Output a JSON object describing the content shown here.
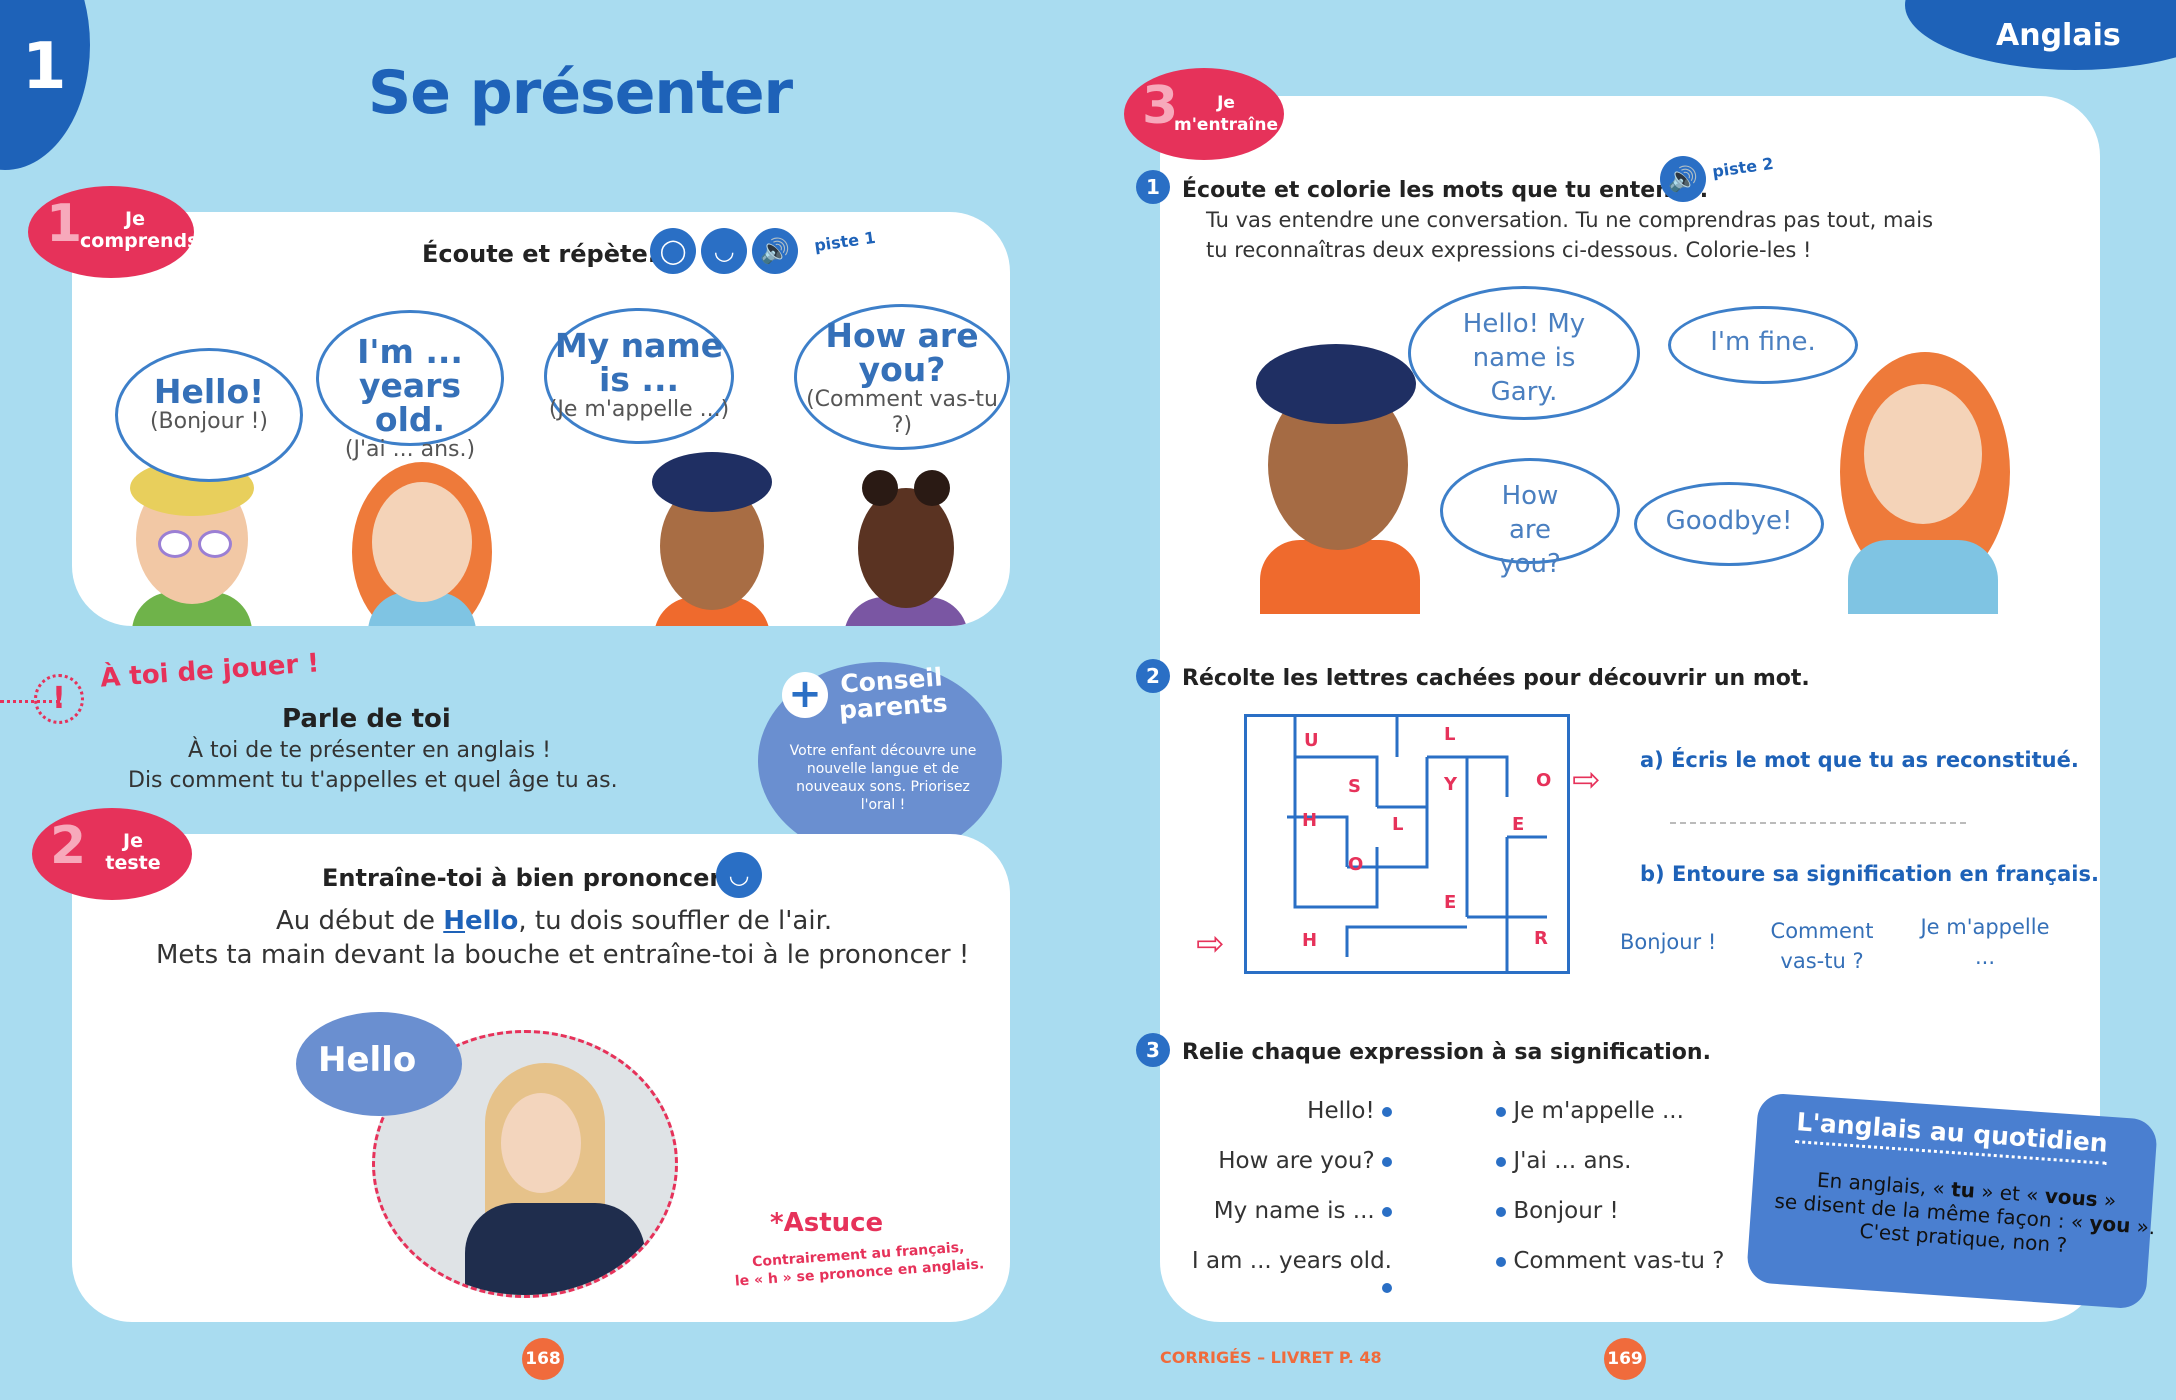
{
  "header": {
    "chapter_number": "1",
    "page_title": "Se présenter",
    "subject_tab": "Anglais"
  },
  "section1": {
    "tag_number": "1",
    "tag_label_line1": "Je",
    "tag_label_line2": "comprends",
    "instruction": "Écoute et répète.",
    "track": "piste 1",
    "bubbles": [
      {
        "big": "Hello!",
        "small": "(Bonjour !)"
      },
      {
        "big": "I'm ... years old.",
        "small": "(J'ai ... ans.)"
      },
      {
        "big": "My name is ...",
        "small": "(Je m'appelle ...)"
      },
      {
        "big": "How are you?",
        "small": "(Comment vas-tu ?)"
      }
    ]
  },
  "play": {
    "banner": "À toi de jouer !",
    "title": "Parle de toi",
    "line1": "À toi de te présenter en anglais !",
    "line2": "Dis comment tu t'appelles et quel âge tu as."
  },
  "conseil": {
    "title_line1": "Conseil",
    "title_line2": "parents",
    "body": "Votre enfant découvre une nouvelle langue et de nouveaux sons. Priorisez l'oral !"
  },
  "section2": {
    "tag_number": "2",
    "tag_label_line1": "Je",
    "tag_label_line2": "teste",
    "instruction": "Entraîne-toi à bien prononcer.",
    "line1_before": "Au début de ",
    "line1_h": "H",
    "line1_rest": "ello",
    "line1_after": ", tu dois souffler de l'air.",
    "line2": "Mets ta main devant la bouche et entraîne-toi à le prononcer !",
    "photo_bubble": "Hello",
    "tip_title": "*Astuce",
    "tip_line1": "Contrairement au français,",
    "tip_line2": "le « h » se prononce en anglais."
  },
  "section3": {
    "tag_number": "3",
    "tag_label_line1": "Je",
    "tag_label_line2": "m'entraîne",
    "ex1": {
      "number": "1",
      "instruction": "Écoute et colorie les mots que tu entends.",
      "track": "piste 2",
      "line1": "Tu vas entendre une conversation. Tu ne comprendras pas tout, mais",
      "line2": "tu reconnaîtras deux expressions ci-dessous. Colorie-les !",
      "bubbles": [
        "Hello! My name is Gary.",
        "I'm fine.",
        "How are you?",
        "Goodbye!"
      ]
    },
    "ex2": {
      "number": "2",
      "instruction": "Récolte les lettres cachées pour découvrir un mot.",
      "maze_letters": [
        "U",
        "L",
        "S",
        "Y",
        "O",
        "H",
        "L",
        "E",
        "O",
        "E",
        "H",
        "R"
      ],
      "a_label": "a) Écris le mot que tu as reconstitué.",
      "b_label": "b) Entoure sa signification en français.",
      "choices": [
        "Bonjour !",
        "Comment vas-tu ?",
        "Je m'appelle ..."
      ]
    },
    "ex3": {
      "number": "3",
      "instruction": "Relie chaque expression à sa signification.",
      "left": [
        "Hello!",
        "How are you?",
        "My name is ...",
        "I am ... years old."
      ],
      "right": [
        "Je m'appelle ...",
        "J'ai ... ans.",
        "Bonjour !",
        "Comment vas-tu ?"
      ]
    }
  },
  "daily": {
    "title": "L'anglais au quotidien",
    "line1_a": "En anglais, « ",
    "line1_tu": "tu",
    "line1_b": " » et « ",
    "line1_vous": "vous",
    "line1_c": " »",
    "line2_a": "se disent de la même façon : « ",
    "line2_you": "you",
    "line2_b": " ».",
    "line3": "C'est pratique, non ?"
  },
  "footer": {
    "left_page": "168",
    "right_page": "169",
    "corriges": "CORRIGÉS – LIVRET P. 48"
  }
}
